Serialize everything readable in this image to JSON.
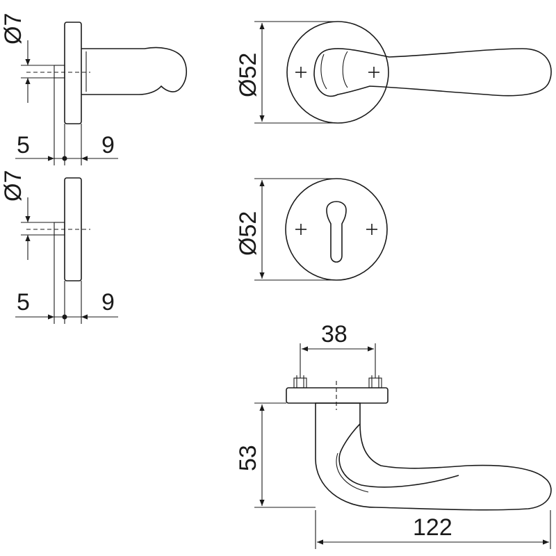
{
  "side_view_top": {
    "diameter_label": "Ø7",
    "left_label": "5",
    "right_label": "9"
  },
  "side_view_bottom": {
    "diameter_label": "Ø7",
    "left_label": "5",
    "right_label": "9"
  },
  "handle_rose_front": {
    "diameter_label": "Ø52"
  },
  "key_escutcheon_front": {
    "diameter_label": "Ø52"
  },
  "handle_side": {
    "spacing_label": "38",
    "height_label": "53",
    "length_label": "122"
  }
}
